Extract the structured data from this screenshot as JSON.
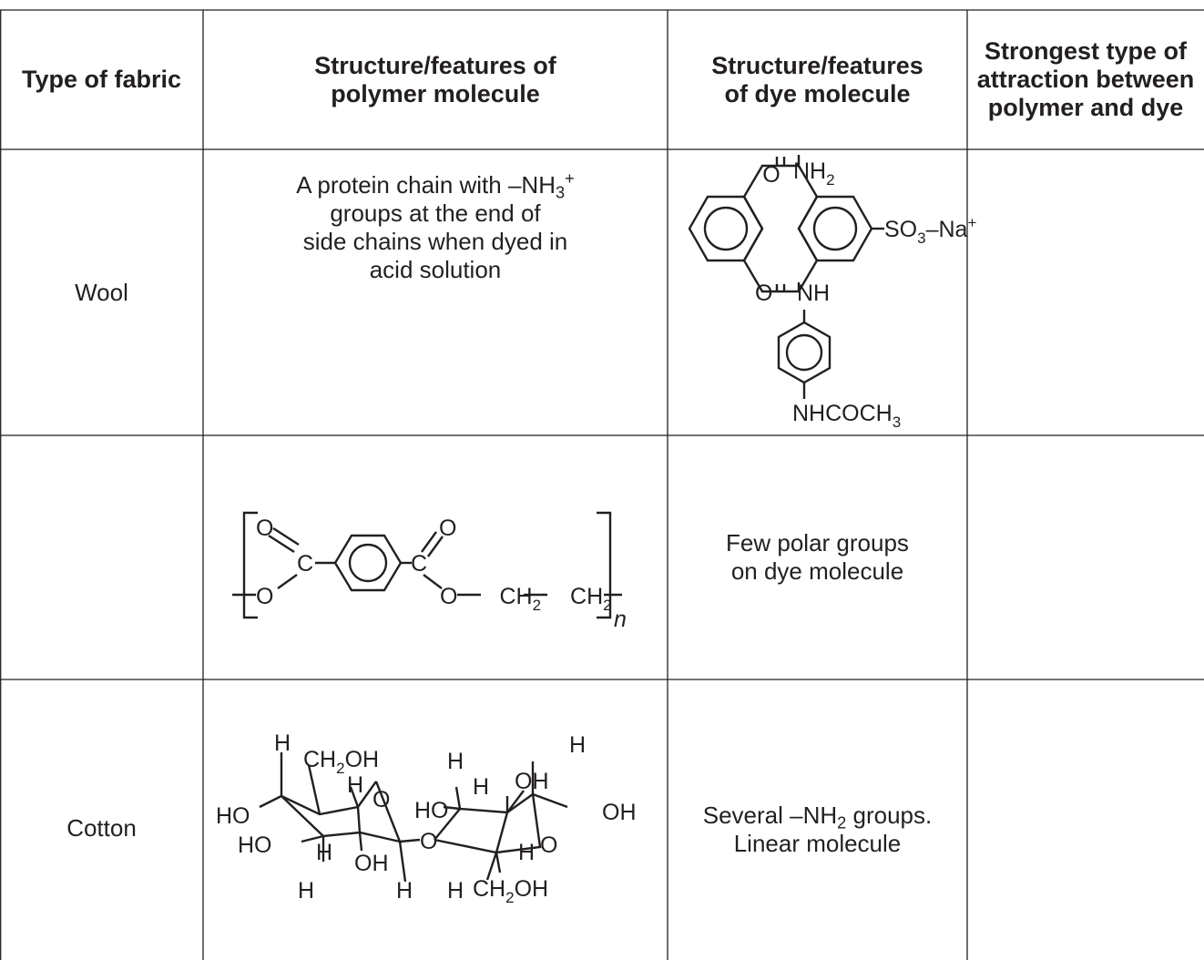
{
  "headers": {
    "fabric": "Type of fabric",
    "polymer": "Structure/features of polymer molecule",
    "dye": "Structure/features of dye molecule",
    "attraction": "Strongest type of attraction between polymer and dye"
  },
  "rows": [
    {
      "fabric": "Wool",
      "polymer_text": "A protein chain with –NH3+ groups at the end of side chains when dyed in acid solution",
      "dye_labels": [
        "O",
        "NH2",
        "SO3–Na+",
        "O",
        "NH",
        "NHCOCH3"
      ],
      "attraction": ""
    },
    {
      "fabric": "",
      "polymer_labels": [
        "O",
        "C",
        "O",
        "C",
        "O",
        "O–CH2–CH2",
        "n"
      ],
      "dye_text": "Few polar groups on dye molecule",
      "attraction": ""
    },
    {
      "fabric": "Cotton",
      "polymer_labels": [
        "H",
        "CH2OH",
        "H",
        "O",
        "HO",
        "HO",
        "H",
        "OH",
        "H",
        "H",
        "O",
        "HO",
        "H",
        "H",
        "OH",
        "H",
        "OH",
        "H",
        "O",
        "H",
        "CH2OH"
      ],
      "dye_text": "Several –NH2 groups. Linear molecule",
      "attraction": ""
    }
  ]
}
